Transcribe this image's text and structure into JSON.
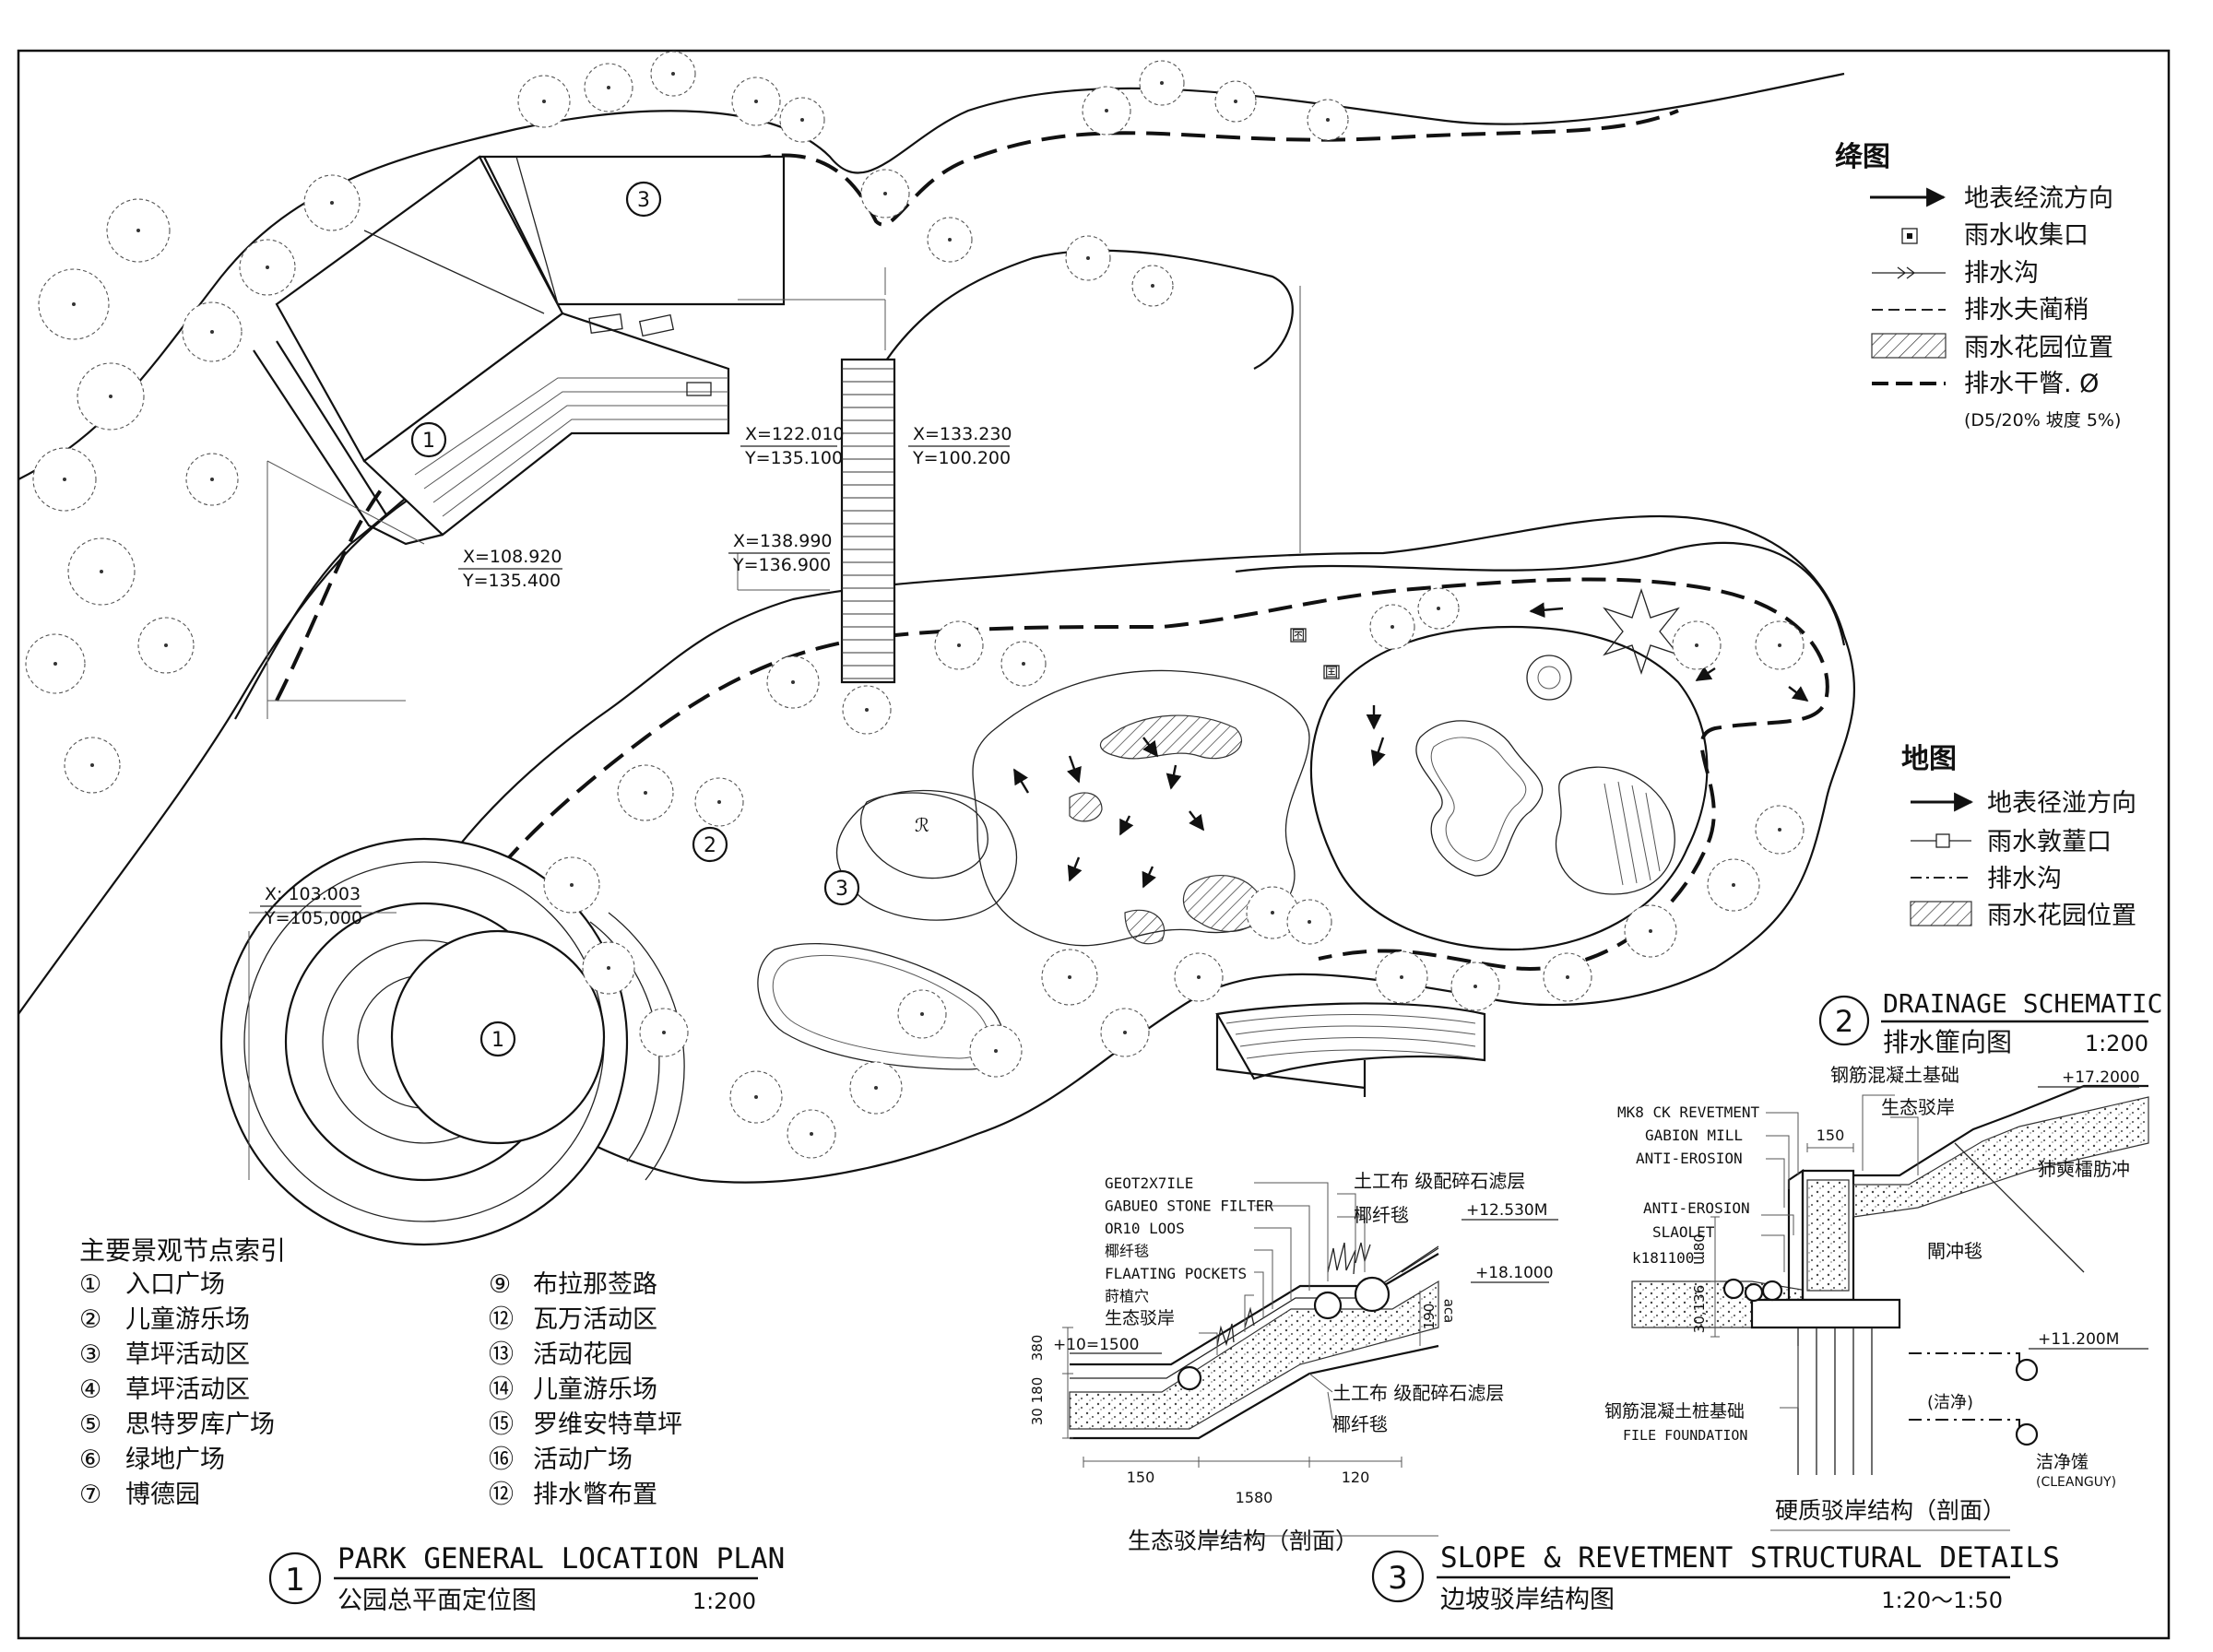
{
  "legend_top": {
    "title": "绛图",
    "items": [
      {
        "label": "地表经流方向",
        "icon": "arrow-icon"
      },
      {
        "label": "雨水收集口",
        "icon": "inlet-icon"
      },
      {
        "label": "排水沟",
        "icon": "ditch-icon"
      },
      {
        "label": "排水夫蔺稍",
        "icon": "dashed-line-icon"
      },
      {
        "label": "雨水花园位置",
        "icon": "hatch-icon"
      },
      {
        "label": "排水干瞥. Ø",
        "icon": "thick-dash-icon"
      }
    ],
    "note": "(D5/20% 坡度 5%)"
  },
  "legend_mid": {
    "title": "地图",
    "items": [
      {
        "label": "地表径湴方向",
        "icon": "arrow-icon"
      },
      {
        "label": "雨水敦蕫口",
        "icon": "inlet-icon"
      },
      {
        "label": "排水沟",
        "icon": "dashdot-line-icon"
      },
      {
        "label": "雨水花园位置",
        "icon": "hatch-icon"
      }
    ]
  },
  "coords": [
    {
      "x": "X=122.010",
      "y": "Y=135.100"
    },
    {
      "x": "X=133.230",
      "y": "Y=100.200"
    },
    {
      "x": "X=138.990",
      "y": "Y=136.900"
    },
    {
      "x": "X=108.920",
      "y": "Y=135.400"
    },
    {
      "x": "X: 103.003",
      "y": "Y=105,000"
    }
  ],
  "map_labels": {
    "building_number": "3",
    "deck_number": "1",
    "play_number": "2",
    "lawn_number": "3",
    "plaza_number": "1",
    "pavilion_mark": "ℛ",
    "inlet_mark_1": "囨",
    "inlet_mark_2": "囯"
  },
  "node_index": {
    "title": "主要景观节点索引",
    "left": [
      {
        "num": "①",
        "label": "入口广场"
      },
      {
        "num": "②",
        "label": "儿童游乐场"
      },
      {
        "num": "③",
        "label": "草坪活动区"
      },
      {
        "num": "④",
        "label": "草坪活动区"
      },
      {
        "num": "⑤",
        "label": "思特罗库广场"
      },
      {
        "num": "⑥",
        "label": "绿地广场"
      },
      {
        "num": "⑦",
        "label": "博德园"
      }
    ],
    "right": [
      {
        "num": "⑨",
        "label": "布拉那莶路"
      },
      {
        "num": "⑫",
        "label": "瓦万活动区"
      },
      {
        "num": "⑬",
        "label": "活动花园"
      },
      {
        "num": "⑭",
        "label": "儿童游乐场"
      },
      {
        "num": "⑮",
        "label": "罗维安特草坪"
      },
      {
        "num": "⑯",
        "label": "活动广场"
      },
      {
        "num": "⑫",
        "label": "排水瞥布置"
      }
    ]
  },
  "titles": {
    "plan": {
      "num": "1",
      "en": "PARK GENERAL LOCATION PLAN",
      "zh": "公园总平面定位图",
      "scale": "1:200"
    },
    "drainage": {
      "num": "2",
      "en": "DRAINAGE SCHEMATIC",
      "zh": "排水篚向图",
      "scale": "1:200"
    },
    "details": {
      "num": "3",
      "en": "SLOPE & REVETMENT STRUCTURAL DETAILS",
      "zh": "边坡驳岸结构图",
      "scale": "1:20～1:50"
    }
  },
  "eco_section": {
    "caption": "生态驳岸结构（剖面）",
    "callouts_left": [
      "GEOT2X7ILE",
      "GABUEO STONE FILTER",
      "OR10 LOOS",
      "椰纤毯",
      "FLAATING POCKETS",
      "莳植穴",
      "生态驳岸"
    ],
    "callouts_right_top": [
      "土工布 级配碎石滤层",
      "椰纤毯"
    ],
    "callouts_right_bottom": [
      "土工布 级配碎石滤层",
      "椰纤毯"
    ],
    "levels": [
      "+12.530M",
      "+18.1000",
      "+10=1500"
    ],
    "dims_bottom": [
      "150",
      "1580",
      "120"
    ],
    "dims_left": [
      "380",
      "30 180"
    ],
    "dims_right": [
      "190",
      "ɐɔɐ"
    ]
  },
  "hard_section": {
    "caption": "硬质驳岸结构（剖面）",
    "callouts": [
      "MK8 CK REVETMENT",
      "GABION MILL",
      "ANTI-EROSION",
      "ANTI-EROSION",
      "SLAOLET",
      "k181100",
      "钢筋混凝土桩基础",
      "FILE FOUNDATION"
    ],
    "top_labels": [
      "钢筋混凝土基础",
      "生态驳岸",
      "+17.2000"
    ],
    "right_labels": [
      "犻奭檑肪冲",
      "閘冲毯"
    ],
    "levels": [
      "+11.200M"
    ],
    "dims": [
      "150",
      "Ɯ80",
      "30,136"
    ],
    "pipe_label": "(洁净)",
    "outlet_label": "洁净馐",
    "outlet_en": "(CLEANGUY)"
  }
}
